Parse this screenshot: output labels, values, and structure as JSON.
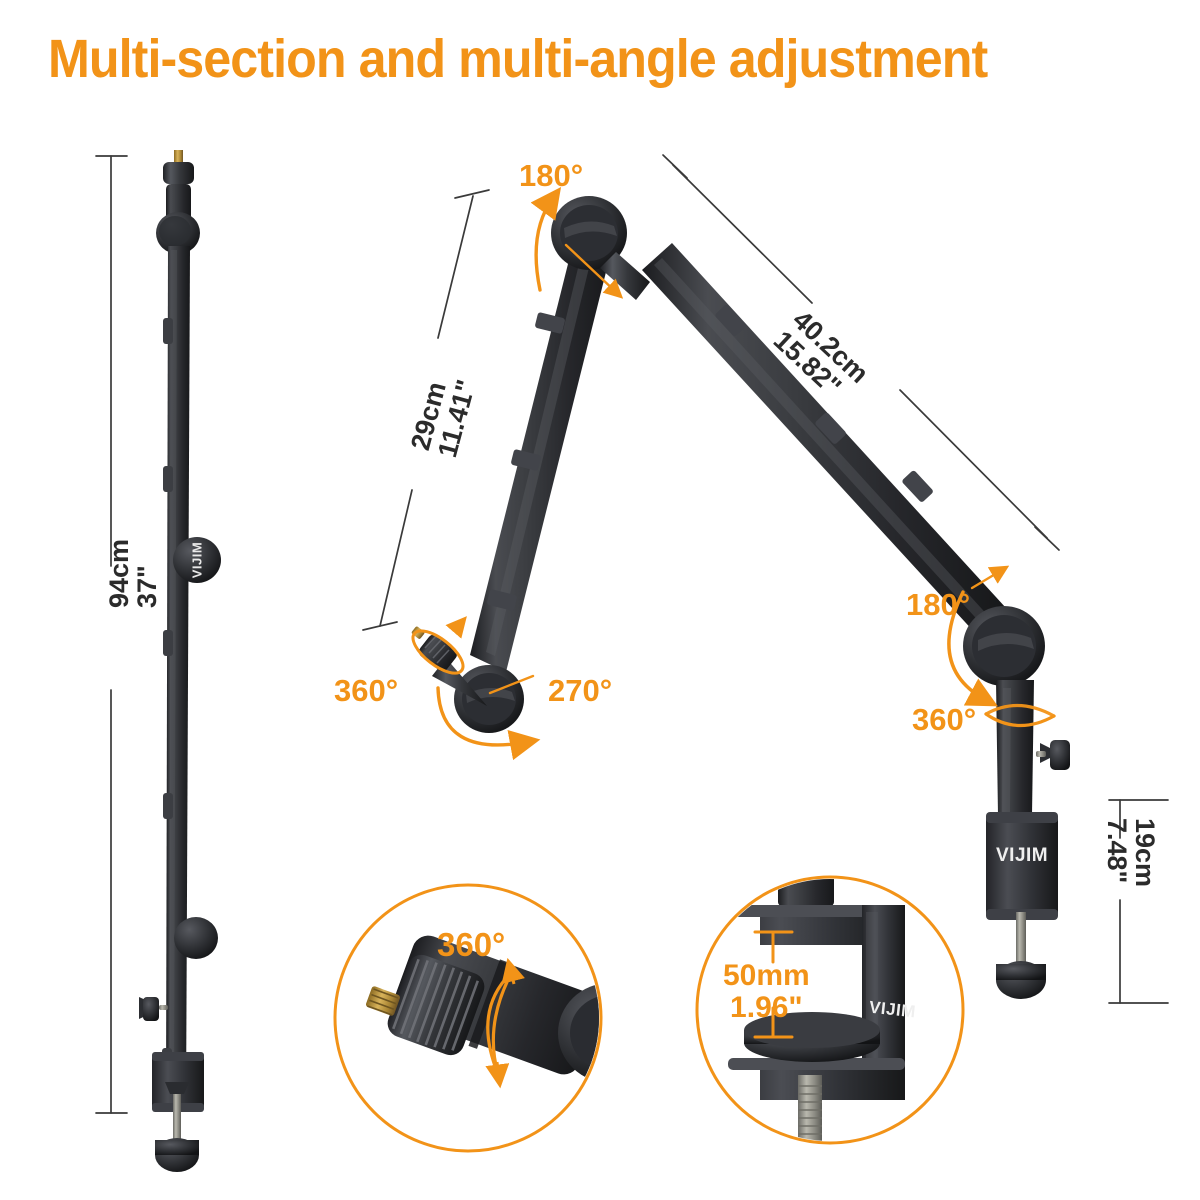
{
  "page": {
    "title": "Multi-section and multi-angle adjustment",
    "background": "#ffffff",
    "accent_orange": "#F29318",
    "product_black": "#2f2f33",
    "dimension_line_color": "#3a3a3a",
    "brand": "VIJIM"
  },
  "views": {
    "left_view": {
      "name": "fully-extended-vertical-arm",
      "dimension": {
        "metric": "94cm",
        "imperial": "37\""
      }
    },
    "center_view": {
      "name": "folded-articulated-arm",
      "dimension": {
        "metric": "29cm",
        "imperial": "11.41\""
      },
      "angles": {
        "top_joint": "180°",
        "mic_thread": "360°",
        "lower_joint": "270°"
      }
    },
    "right_view": {
      "name": "extended-boom-arm-with-clamp",
      "dimension": {
        "metric": "40.2cm",
        "imperial": "15.82\""
      },
      "base_dimension": {
        "metric": "19cm",
        "imperial": "7.48\""
      },
      "angles": {
        "elbow_joint": "180°",
        "base_rotation": "360°"
      },
      "clamp_logo": "VIJIM"
    }
  },
  "insets": {
    "mic_thread_adapter": {
      "name": "360-degree-mic-thread-inset",
      "angle": "360°"
    },
    "desk_clamp": {
      "name": "desk-clamp-thickness-inset",
      "metric": "50mm",
      "imperial": "1.96\"",
      "logo": "VIJIM"
    }
  }
}
